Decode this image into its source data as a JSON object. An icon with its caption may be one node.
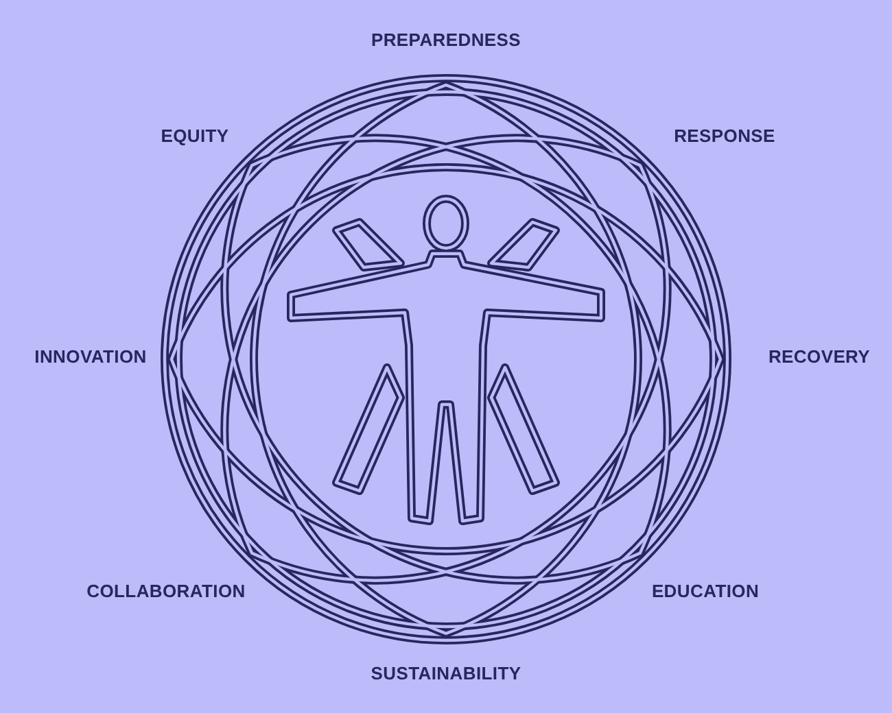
{
  "diagram": {
    "labels": [
      "PREPAREDNESS",
      "EQUITY",
      "RESPONSE",
      "INNOVATION",
      "RECOVERY",
      "COLLABORATION",
      "EDUCATION",
      "SUSTAINABILITY"
    ]
  }
}
